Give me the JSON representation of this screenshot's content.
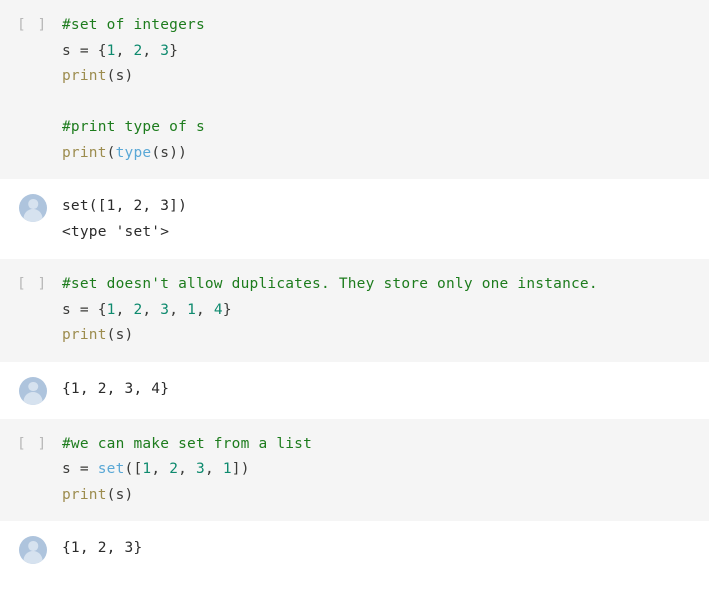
{
  "notebook": {
    "prompt_empty": "[ ]",
    "avatar_icon": "user-avatar-icon",
    "colors": {
      "cell_background": "#f5f5f5",
      "output_background": "#ffffff",
      "comment": "#1d7c1d",
      "number": "#0e8a6e",
      "builtin": "#5aa8d6",
      "print_function": "#9c8c4e",
      "plain_text": "#3a3a38",
      "prompt": "#b8b8b8",
      "avatar_circle": "#aec4dd",
      "avatar_figure": "#d6e2ef"
    },
    "cells": [
      {
        "type": "code",
        "prompt": "[ ]",
        "lines": [
          [
            {
              "t": "#set of integers",
              "c": "comment"
            }
          ],
          [
            {
              "t": "s = ",
              "c": "plain"
            },
            {
              "t": "{",
              "c": "plain"
            },
            {
              "t": "1",
              "c": "num"
            },
            {
              "t": ", ",
              "c": "plain"
            },
            {
              "t": "2",
              "c": "num"
            },
            {
              "t": ", ",
              "c": "plain"
            },
            {
              "t": "3",
              "c": "num"
            },
            {
              "t": "}",
              "c": "plain"
            }
          ],
          [
            {
              "t": "print",
              "c": "print"
            },
            {
              "t": "(s)",
              "c": "plain"
            }
          ],
          [],
          [
            {
              "t": "#print type of s",
              "c": "comment"
            }
          ],
          [
            {
              "t": "print",
              "c": "print"
            },
            {
              "t": "(",
              "c": "plain"
            },
            {
              "t": "type",
              "c": "builtin"
            },
            {
              "t": "(s))",
              "c": "plain"
            }
          ]
        ]
      },
      {
        "type": "output",
        "lines": [
          "set([1, 2, 3])",
          "<type 'set'>"
        ]
      },
      {
        "type": "code",
        "prompt": "[ ]",
        "lines": [
          [
            {
              "t": "#set doesn't allow duplicates. They store only one instance.",
              "c": "comment"
            }
          ],
          [
            {
              "t": "s = ",
              "c": "plain"
            },
            {
              "t": "{",
              "c": "plain"
            },
            {
              "t": "1",
              "c": "num"
            },
            {
              "t": ", ",
              "c": "plain"
            },
            {
              "t": "2",
              "c": "num"
            },
            {
              "t": ", ",
              "c": "plain"
            },
            {
              "t": "3",
              "c": "num"
            },
            {
              "t": ", ",
              "c": "plain"
            },
            {
              "t": "1",
              "c": "num"
            },
            {
              "t": ", ",
              "c": "plain"
            },
            {
              "t": "4",
              "c": "num"
            },
            {
              "t": "}",
              "c": "plain"
            }
          ],
          [
            {
              "t": "print",
              "c": "print"
            },
            {
              "t": "(s)",
              "c": "plain"
            }
          ]
        ]
      },
      {
        "type": "output",
        "lines": [
          "{1, 2, 3, 4}"
        ]
      },
      {
        "type": "code",
        "prompt": "[ ]",
        "lines": [
          [
            {
              "t": "#we can make set from a list",
              "c": "comment"
            }
          ],
          [
            {
              "t": "s = ",
              "c": "plain"
            },
            {
              "t": "set",
              "c": "builtin"
            },
            {
              "t": "([",
              "c": "plain"
            },
            {
              "t": "1",
              "c": "num"
            },
            {
              "t": ", ",
              "c": "plain"
            },
            {
              "t": "2",
              "c": "num"
            },
            {
              "t": ", ",
              "c": "plain"
            },
            {
              "t": "3",
              "c": "num"
            },
            {
              "t": ", ",
              "c": "plain"
            },
            {
              "t": "1",
              "c": "num"
            },
            {
              "t": "])",
              "c": "plain"
            }
          ],
          [
            {
              "t": "print",
              "c": "print"
            },
            {
              "t": "(s)",
              "c": "plain"
            }
          ]
        ]
      },
      {
        "type": "output",
        "lines": [
          "{1, 2, 3}"
        ]
      }
    ]
  }
}
